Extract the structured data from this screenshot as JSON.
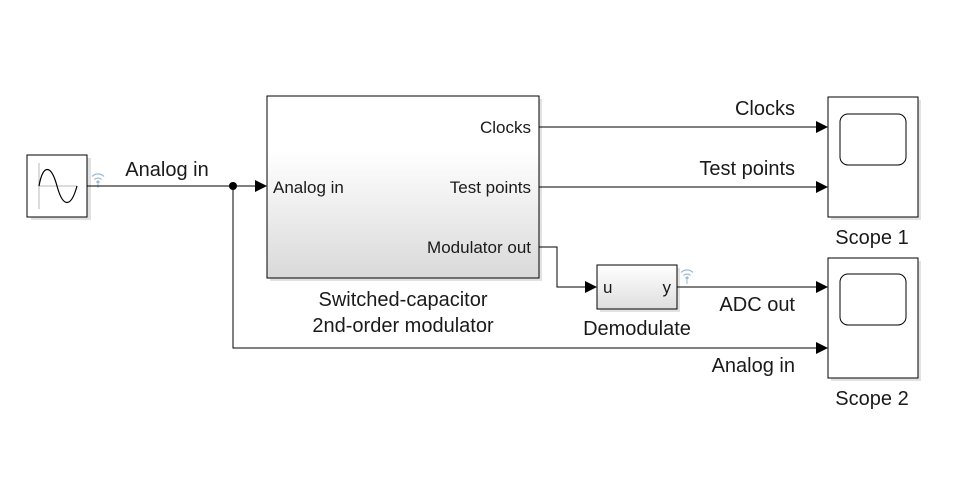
{
  "blocks": {
    "source": {
      "icon": "sine-wave-icon"
    },
    "modulator": {
      "name_line1": "Switched-capacitor",
      "name_line2": "2nd-order modulator",
      "in_port": "Analog in",
      "out_port_1": "Clocks",
      "out_port_2": "Test points",
      "out_port_3": "Modulator out"
    },
    "demodulate": {
      "name": "Demodulate",
      "in_port": "u",
      "out_port": "y"
    },
    "scope1": {
      "name": "Scope 1",
      "icon": "scope-screen-icon"
    },
    "scope2": {
      "name": "Scope 2",
      "icon": "scope-screen-icon"
    }
  },
  "signals": {
    "source_out": "Analog in",
    "clocks": "Clocks",
    "test_points": "Test points",
    "adc_out": "ADC out",
    "analog_in_to_scope2": "Analog in"
  },
  "colors": {
    "block_gradient_top": "#ffffff",
    "block_gradient_bottom": "#dcdcdc",
    "log_indicator": "#9bbbd6"
  }
}
